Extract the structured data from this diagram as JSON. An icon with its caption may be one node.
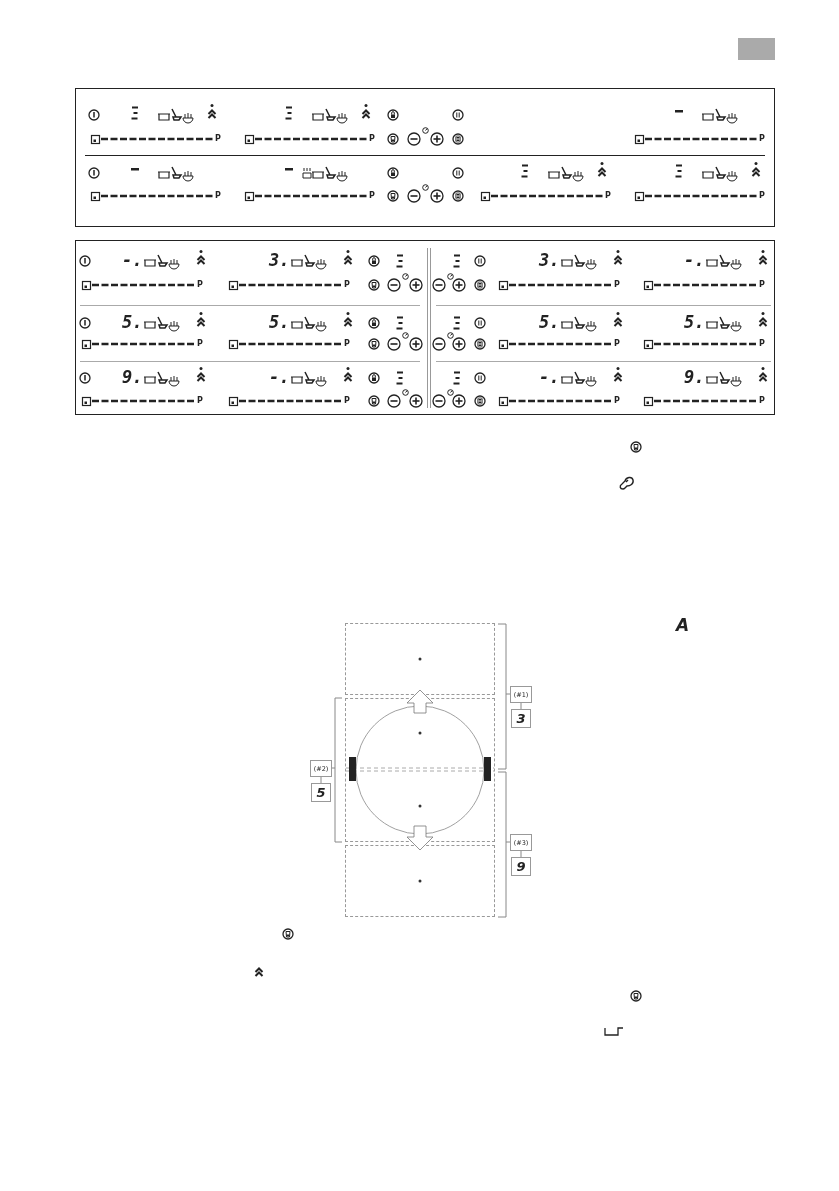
{
  "diagram": {
    "nodes": [
      {
        "text": [],
        "shape": "box"
      },
      {
        "text": [],
        "shape": "box"
      },
      {
        "text": [],
        "shape": "box"
      },
      {
        "text": [
          "(#1)"
        ]
      },
      {
        "text": [
          "3"
        ]
      },
      {
        "text": [
          "(#2)"
        ]
      },
      {
        "text": [
          "5"
        ]
      },
      {
        "text": [
          "(#3)"
        ]
      },
      {
        "text": [
          "9"
        ]
      }
    ],
    "edges": [
      {
        "from": 3,
        "to": 4,
        "arrow": "none"
      },
      {
        "from": 5,
        "to": 6,
        "arrow": "none"
      },
      {
        "from": 7,
        "to": 8,
        "arrow": "none"
      }
    ],
    "labels": [
      "P",
      "P",
      "P",
      "P",
      "P",
      "P",
      "P",
      "-.",
      "3.",
      "3.",
      "-.",
      "P",
      "P",
      "P",
      "P",
      "5.",
      "5.",
      "5.",
      "5.",
      "P",
      "P",
      "P",
      "P",
      "9.",
      "-.",
      "-.",
      "9.",
      "P",
      "P",
      "P",
      "P",
      "A"
    ]
  }
}
